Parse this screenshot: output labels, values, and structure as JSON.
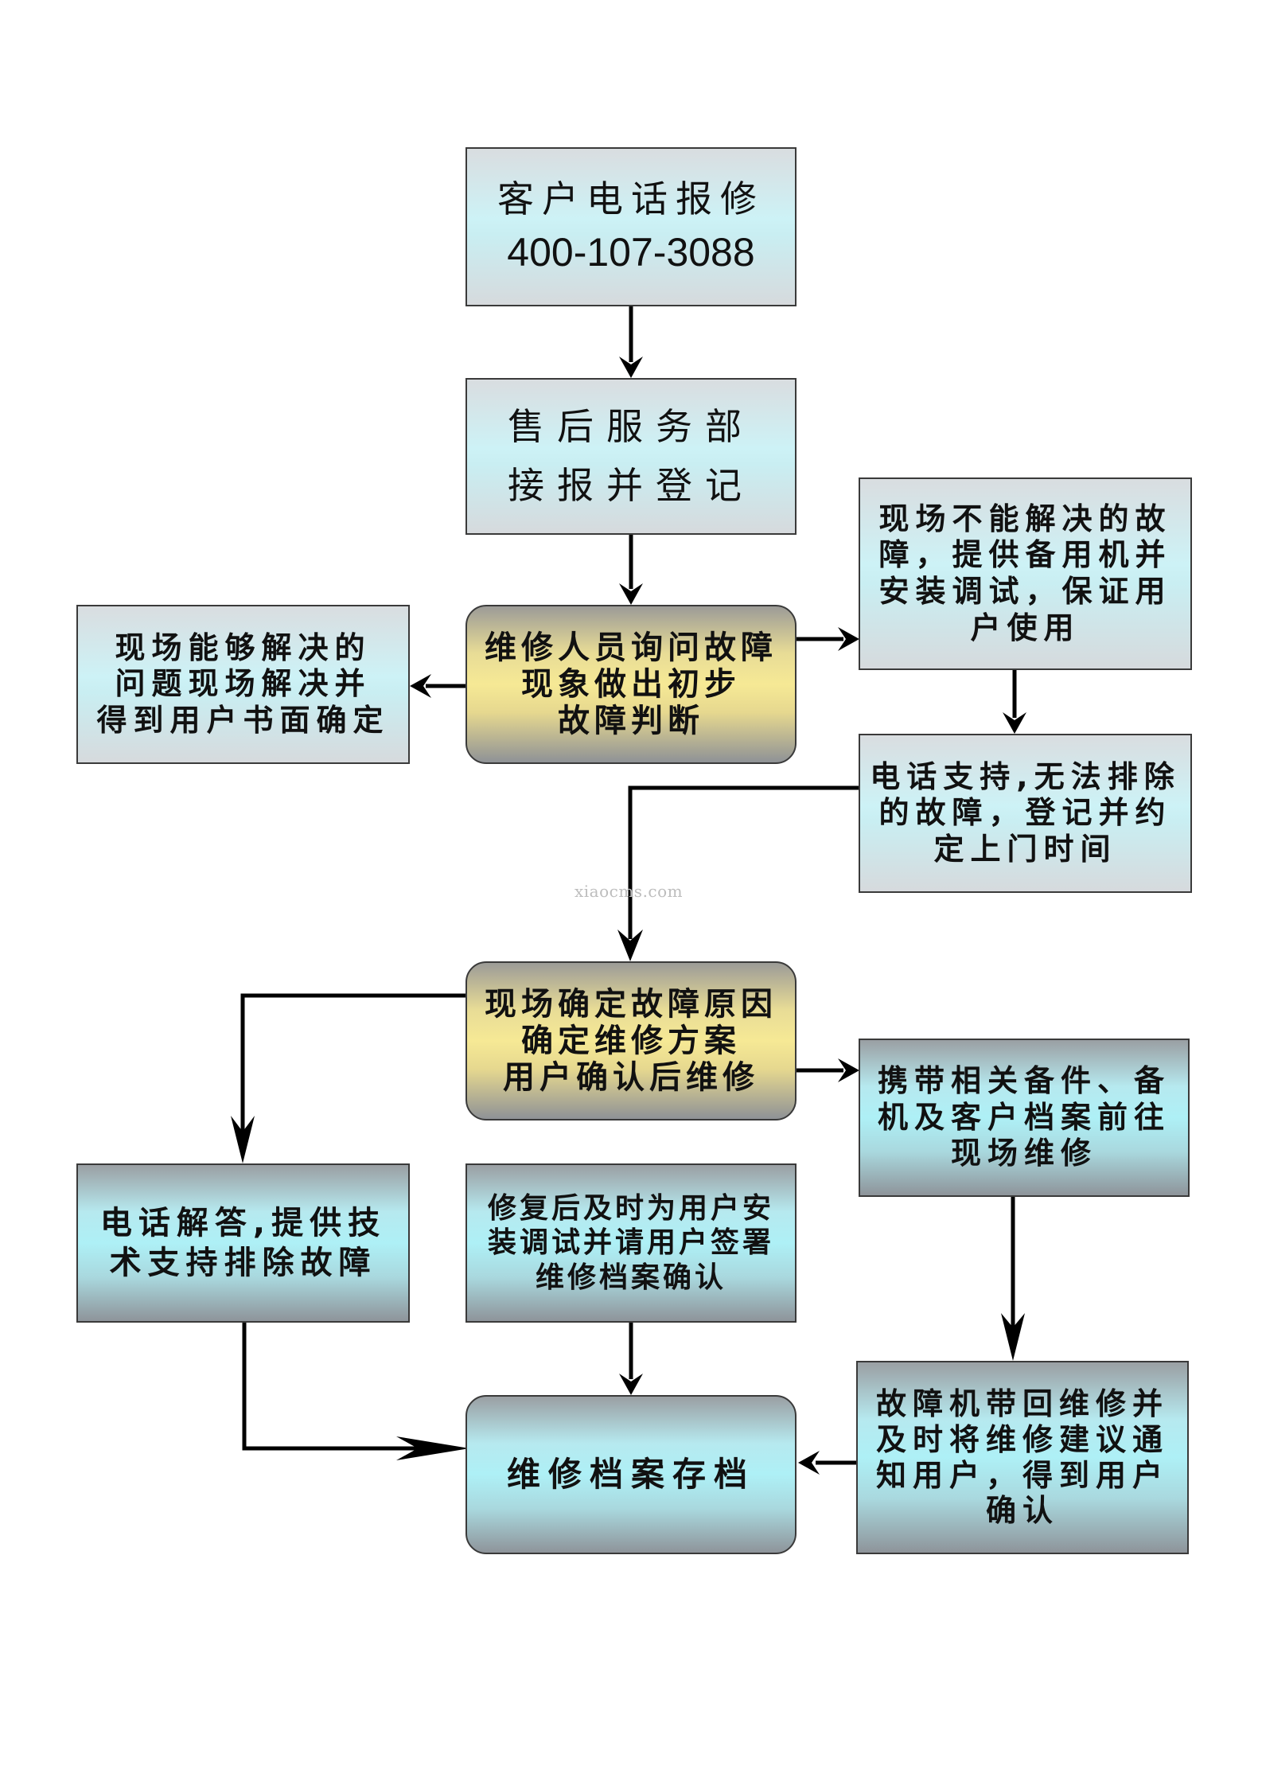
{
  "diagram": {
    "type": "flowchart",
    "title": "售后服务流程",
    "nodes": {
      "phone_report": {
        "line1": "客户电话报修",
        "line2": "400-107-3088"
      },
      "after_sales": {
        "text": "售后服务部\n接报并登记"
      },
      "initial_diagnosis": {
        "text": "维修人员询问故障\n现象做出初步\n故障判断"
      },
      "resolve_onsite": {
        "text": "现场能够解决的\n问题现场解决并\n得到用户书面确定"
      },
      "backup_machine": {
        "text": "现场不能解决的故\n障，提供备用机并\n安装调试，保证用\n户使用"
      },
      "phone_support_schedule": {
        "text": "电话支持,无法排除\n的故障，登记并约\n定上门时间"
      },
      "onsite_confirm": {
        "text": "现场确定故障原因\n确定维修方案\n用户确认后维修"
      },
      "carry_parts": {
        "text": "携带相关备件、备\n机及客户档案前往\n现场维修"
      },
      "phone_answer": {
        "text": "电话解答,提供技\n术支持排除故障"
      },
      "install_sign": {
        "text": "修复后及时为用户安\n装调试并请用户签署\n维修档案确认"
      },
      "bring_back": {
        "text": "故障机带回维修并\n及时将维修建议通\n知用户，得到用户\n确认"
      },
      "archive": {
        "text": "维修档案存档"
      }
    },
    "edges": [
      {
        "from": "phone_report",
        "to": "after_sales"
      },
      {
        "from": "after_sales",
        "to": "initial_diagnosis"
      },
      {
        "from": "initial_diagnosis",
        "to": "resolve_onsite"
      },
      {
        "from": "initial_diagnosis",
        "to": "backup_machine"
      },
      {
        "from": "backup_machine",
        "to": "phone_support_schedule"
      },
      {
        "from": "phone_support_schedule",
        "to": "onsite_confirm"
      },
      {
        "from": "onsite_confirm",
        "to": "phone_answer"
      },
      {
        "from": "onsite_confirm",
        "to": "carry_parts"
      },
      {
        "from": "carry_parts",
        "to": "bring_back"
      },
      {
        "from": "install_sign",
        "to": "archive"
      },
      {
        "from": "phone_answer",
        "to": "archive"
      },
      {
        "from": "bring_back",
        "to": "archive"
      }
    ]
  },
  "watermark": "xiaocms.com",
  "colors": {
    "border": "#3a3a3a",
    "arrow": "#000000",
    "light_box": "#cdf2f6",
    "cyan_box": "#aef0f6",
    "gold_box": "#f6e995",
    "watermark": "#bdbdbd"
  }
}
